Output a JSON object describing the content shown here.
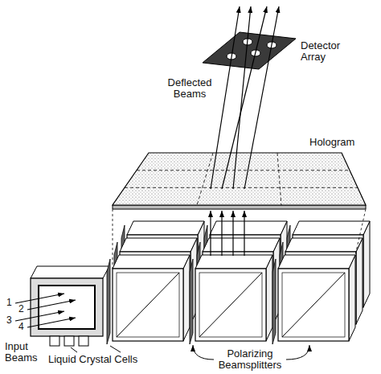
{
  "diagram": {
    "labels": [
      "Detector Array",
      "Deflected Beams",
      "Hologram",
      "Input Beams",
      "Liquid Crystal Cells",
      "Polarizing Beamsplitters",
      "1",
      "2",
      "3",
      "4"
    ]
  }
}
